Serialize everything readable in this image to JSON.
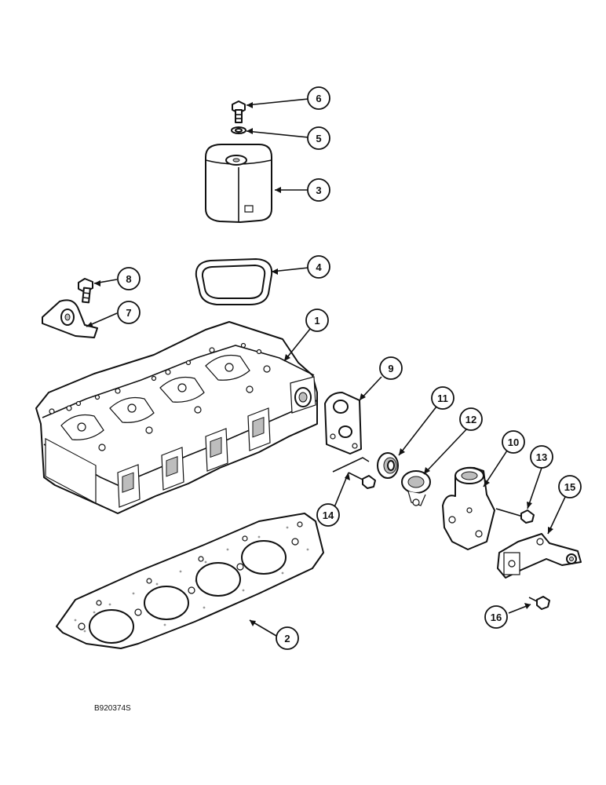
{
  "callouts": [
    {
      "label": "1"
    },
    {
      "label": "2"
    },
    {
      "label": "3"
    },
    {
      "label": "4"
    },
    {
      "label": "5"
    },
    {
      "label": "6"
    },
    {
      "label": "7"
    },
    {
      "label": "8"
    },
    {
      "label": "9"
    },
    {
      "label": "10"
    },
    {
      "label": "11"
    },
    {
      "label": "12"
    },
    {
      "label": "13"
    },
    {
      "label": "14"
    },
    {
      "label": "15"
    },
    {
      "label": "16"
    }
  ],
  "document_code": "B920374S"
}
